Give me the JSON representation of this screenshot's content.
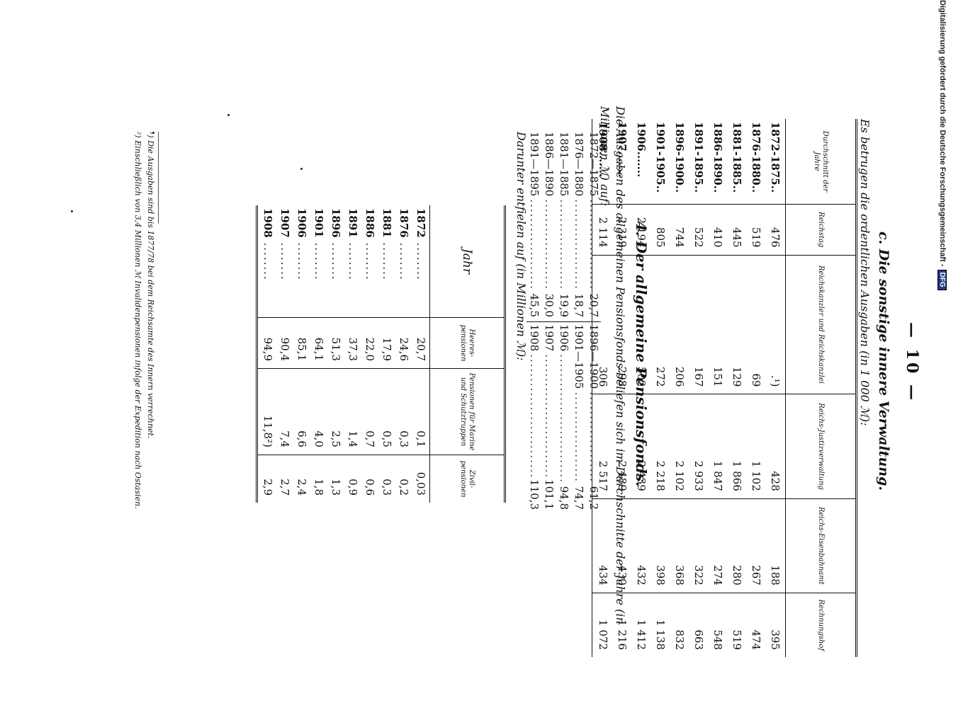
{
  "page_number": "— 10 —",
  "section_c": {
    "heading": "c. Die sonstige innere Verwaltung.",
    "intro": "Es betrugen die ordentlichen Ausgaben (in 1 000 ℳ):",
    "headers": [
      "Durchschnitt der Jahre",
      "Reichstag",
      "Reichskanzler und Reichskanzlei",
      "Reichs-Justizverwaltung",
      "Reichs-Eisenbahnamt",
      "Rechnungshof"
    ],
    "rows": [
      {
        "period": "1872-1875..",
        "cells": [
          "476",
          ".¹)",
          "428",
          "188",
          "395"
        ]
      },
      {
        "period": "1876-1880..",
        "cells": [
          "519",
          "69",
          "1 102",
          "267",
          "474"
        ]
      },
      {
        "period": "1881-1885..",
        "cells": [
          "445",
          "129",
          "1 866",
          "280",
          "519"
        ]
      },
      {
        "period": "1886-1890..",
        "cells": [
          "410",
          "151",
          "1 847",
          "274",
          "548"
        ]
      },
      {
        "period": "1891-1895..",
        "cells": [
          "522",
          "167",
          "2 933",
          "322",
          "663"
        ]
      },
      {
        "period": "1896-1900..",
        "cells": [
          "744",
          "206",
          "2 102",
          "368",
          "832"
        ]
      },
      {
        "period": "1901-1905..",
        "cells": [
          "805",
          "272",
          "2 218",
          "398",
          "1 138"
        ]
      },
      {
        "period": "1906.......",
        "cells": [
          "2 194",
          "502",
          "2 439",
          "432",
          "1 412"
        ]
      },
      {
        "period": "1907.......",
        "cells": [
          "2 319",
          "298",
          "2 489",
          "430",
          "1 216"
        ]
      },
      {
        "period": "1908.......",
        "cells": [
          "2 114",
          "306",
          "2 517",
          "434",
          "1 072"
        ]
      }
    ]
  },
  "section_4": {
    "heading": "4. Der allgemeine Pensionsfonds.",
    "paragraph": "Die Ausgaben des allgemeinen Pensionsfonds beliefen sich im Durchschnitte der Jahre (in Millionen ℳ) auf:",
    "left_list": [
      {
        "label": "1872—1875",
        "value": "20,7"
      },
      {
        "label": "1876—1880",
        "value": "18,7"
      },
      {
        "label": "1881—1885",
        "value": "19,9"
      },
      {
        "label": "1886—1890",
        "value": "30,0"
      },
      {
        "label": "1891—1895",
        "value": "45,5"
      }
    ],
    "right_list": [
      {
        "label": "1896—1900",
        "value": "61,2"
      },
      {
        "label": "1901—1905",
        "value": "74,7"
      },
      {
        "label": "1906",
        "value": "94,8"
      },
      {
        "label": "1907",
        "value": "101,1"
      },
      {
        "label": "1908",
        "value": "110,3"
      }
    ],
    "darunter": "Darunter entfielen auf (in Millionen ℳ):",
    "headers": [
      "Jahr",
      "Heeres-pensionen",
      "Pensionen für Marine und Schutztruppen",
      "Zivil-pensionen"
    ],
    "rows": [
      {
        "year": "1872",
        "cells": [
          "20,7",
          "0,1",
          "0,03"
        ]
      },
      {
        "year": "1876",
        "cells": [
          "24,6",
          "0,3",
          "0,2"
        ]
      },
      {
        "year": "1881",
        "cells": [
          "17,9",
          "0,5",
          "0,3"
        ]
      },
      {
        "year": "1886",
        "cells": [
          "22,0",
          "0,7",
          "0,6"
        ]
      },
      {
        "year": "1891",
        "cells": [
          "37,3",
          "1,4",
          "0,9"
        ]
      },
      {
        "year": "1896",
        "cells": [
          "51,3",
          "2,5",
          "1,3"
        ]
      },
      {
        "year": "1901",
        "cells": [
          "64,1",
          "4,0",
          "1,8"
        ]
      },
      {
        "year": "1906",
        "cells": [
          "85,1",
          "6,6",
          "2,4"
        ]
      },
      {
        "year": "1907",
        "cells": [
          "90,4",
          "7,4",
          "2,7"
        ]
      },
      {
        "year": "1908",
        "cells": [
          "94,9",
          "11,8²)",
          "2,9"
        ]
      }
    ]
  },
  "footnotes": [
    "¹) Die Ausgaben sind bis 1877/78 bei dem Reichsamte des Innern verrechnet.",
    "²) Einschließlich von 3,4 Millionen ℳ Invalidenpensionen infolge der Expedition nach Ostasien."
  ],
  "digitization_note": "Digitalisierung gefördert durch die Deutsche Forschungsgemeinschaft -",
  "dfg_logo": "DFG"
}
